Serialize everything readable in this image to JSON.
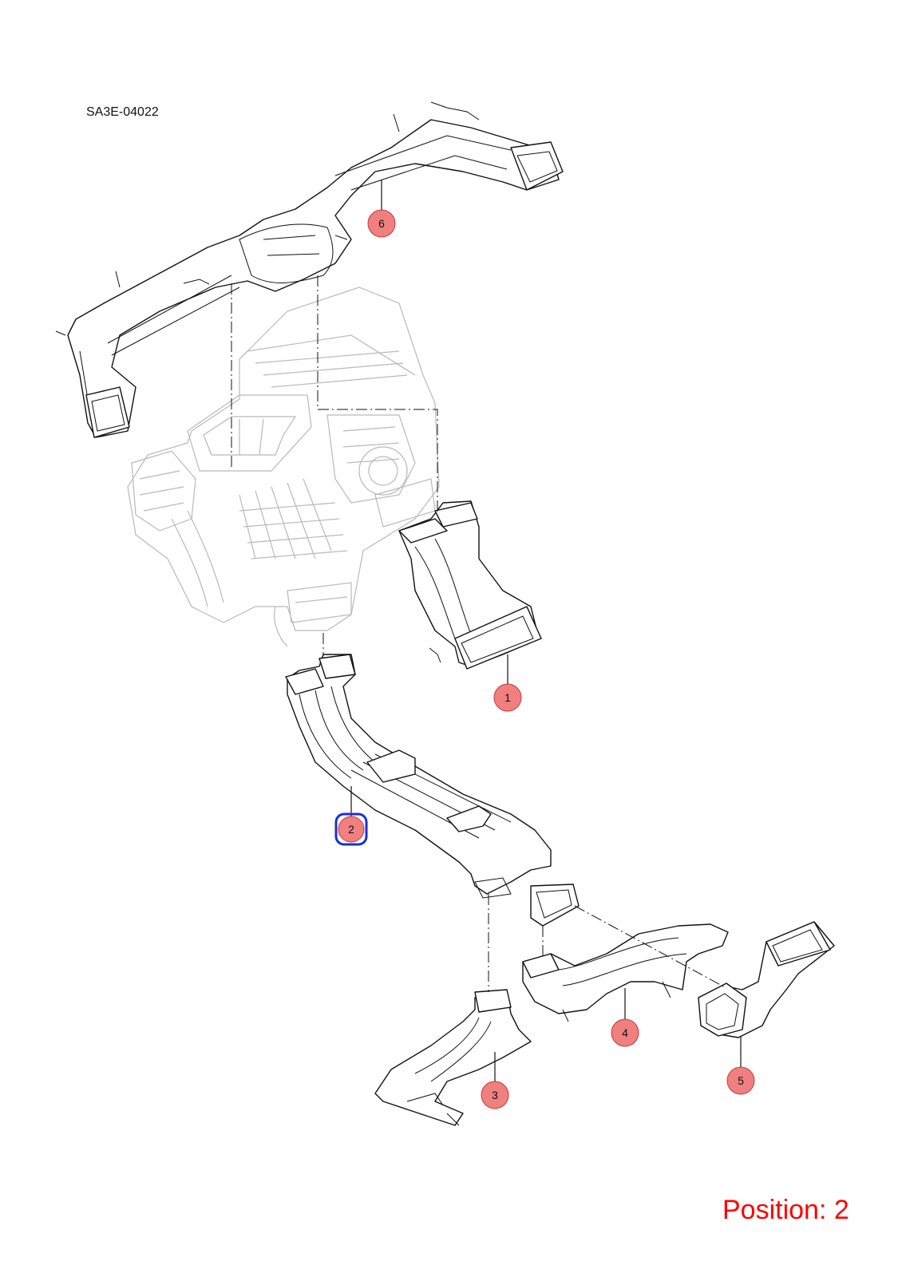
{
  "drawing_code": "SA3E-04022",
  "position_label": "Position: 2",
  "colors": {
    "callout_fill": "#f08080",
    "highlight": "#1a2fd6",
    "position_text": "#ff0000",
    "ghost_lines": "#b9b9b9"
  },
  "callouts": [
    {
      "id": "1",
      "label": "1"
    },
    {
      "id": "2",
      "label": "2",
      "selected": true
    },
    {
      "id": "3",
      "label": "3"
    },
    {
      "id": "4",
      "label": "4"
    },
    {
      "id": "5",
      "label": "5"
    },
    {
      "id": "6",
      "label": "6"
    }
  ]
}
